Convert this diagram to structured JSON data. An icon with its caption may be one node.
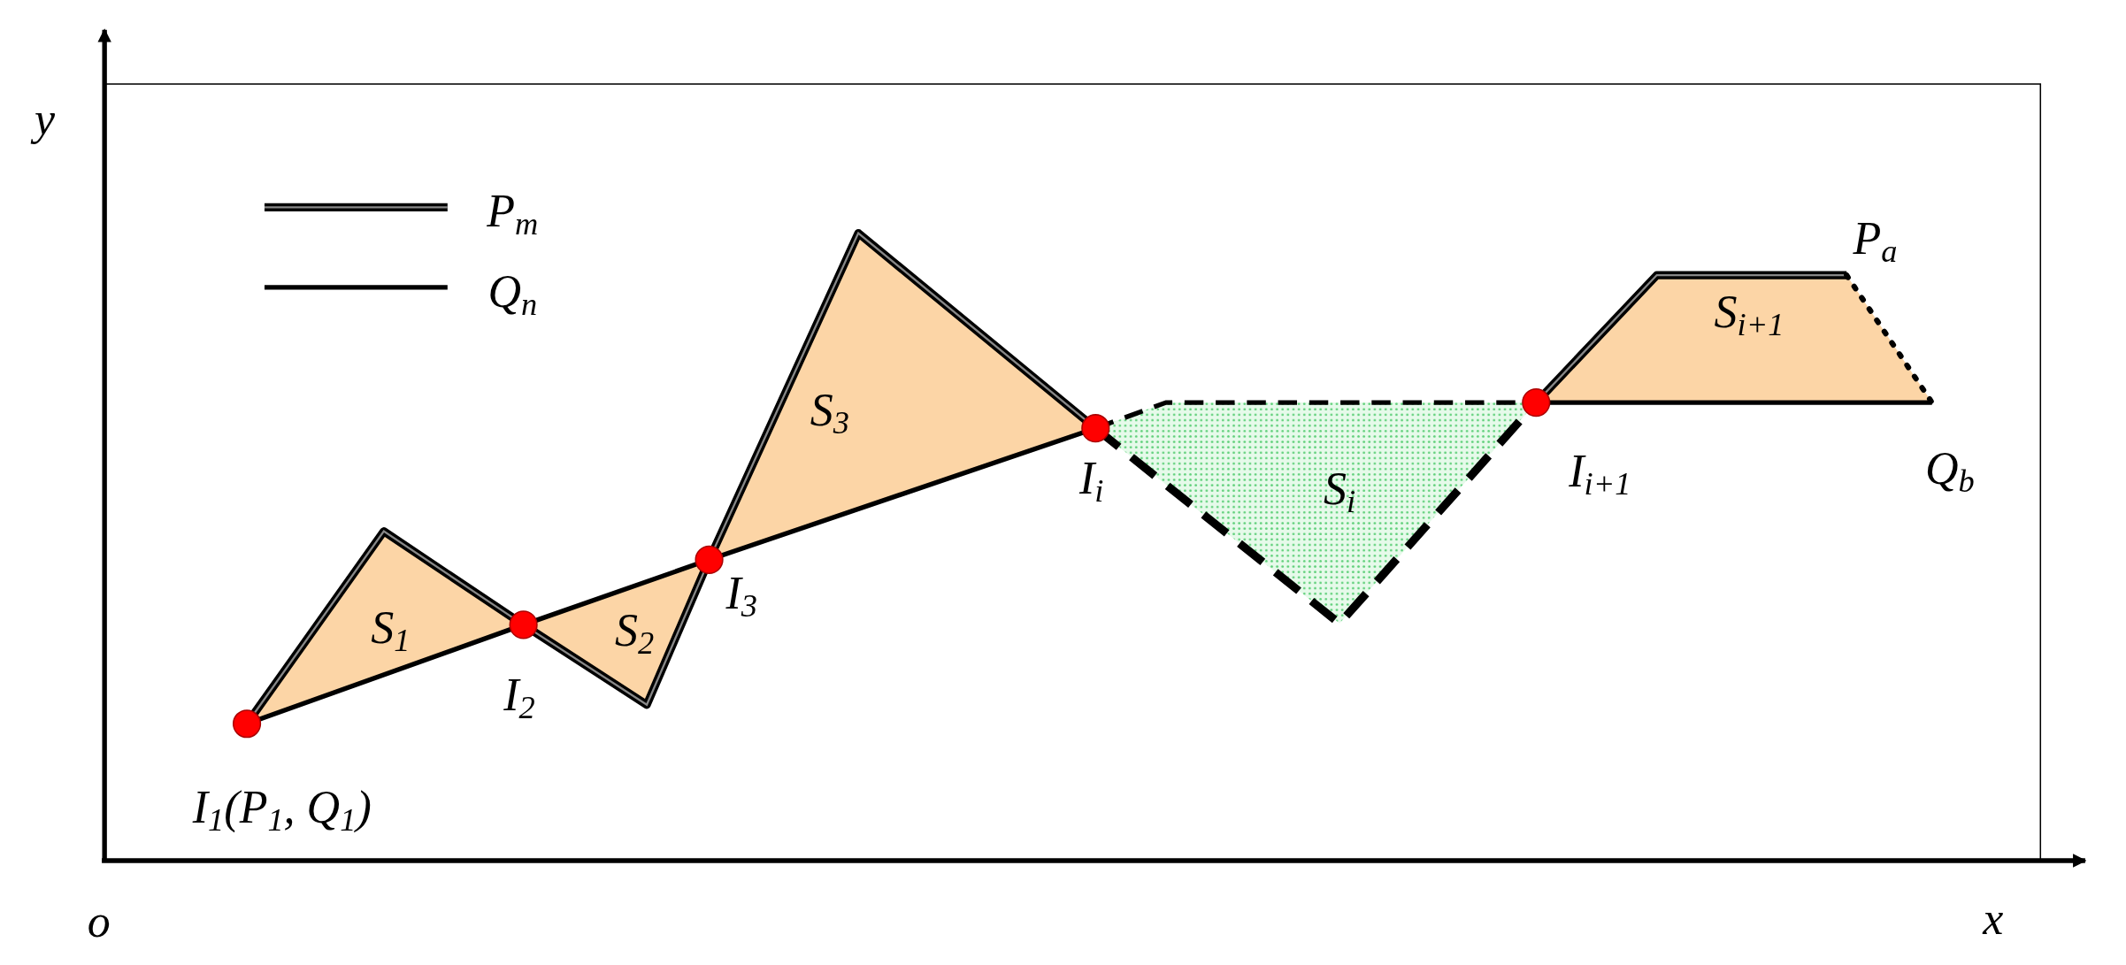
{
  "diagram": {
    "labels": [
      "y",
      "P$_{a}$",
      "S$_{i+1}$",
      "S$_{3}$",
      "I$_{i}$",
      "S$_{i}$",
      "I$_{i+1}$",
      "Q$_{b}$",
      "I$_{3}$",
      "S$_{1}$",
      "S$_{2}$",
      "I$_{2}$",
      "I$_{1}$(P$_{1}$, Q$_{1}$)",
      "o",
      "x"
    ],
    "legend": [
      {
        "text": "P$_{m}$"
      },
      {
        "text": "Q$_{n}$"
      }
    ]
  }
}
